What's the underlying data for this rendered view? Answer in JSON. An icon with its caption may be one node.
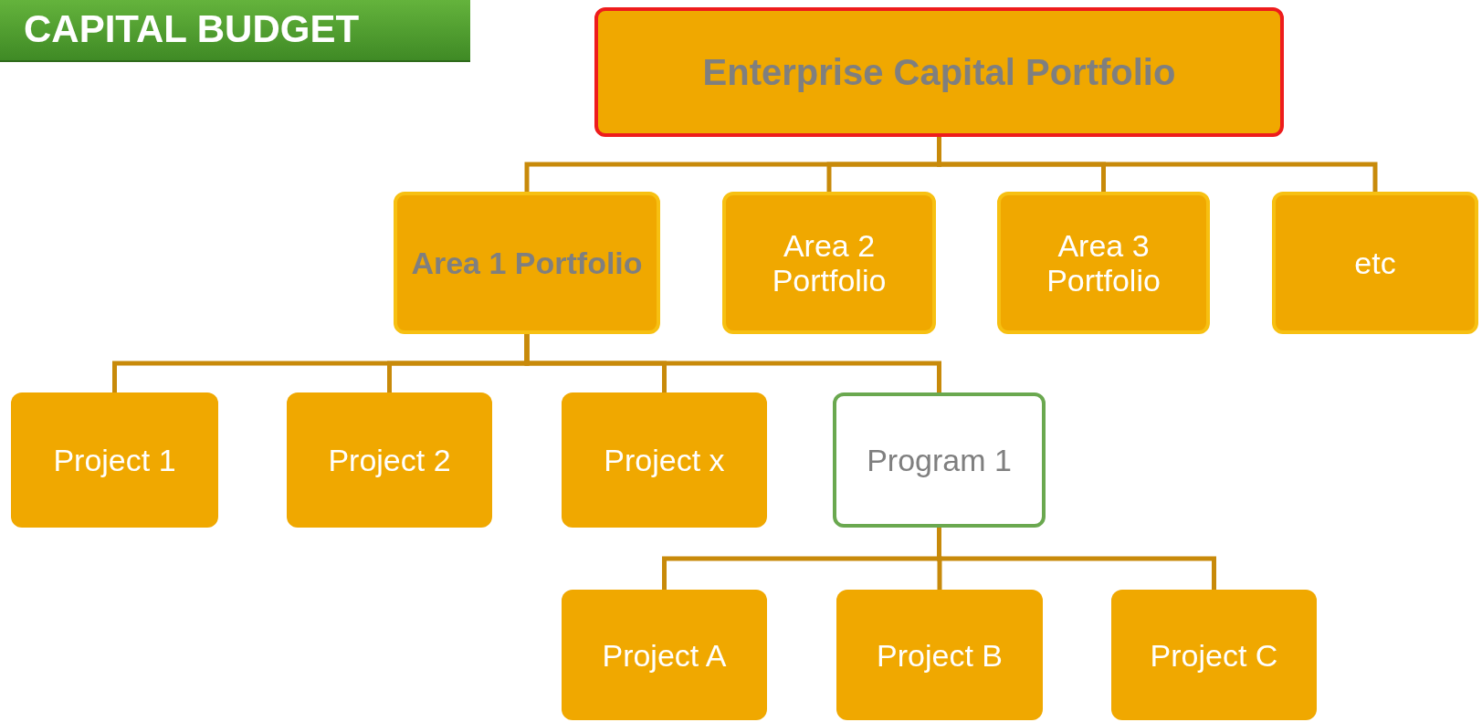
{
  "diagram": {
    "title": "CAPITAL BUDGET",
    "nodes": [
      {
        "text": [
          "Enterprise Capital Portfolio"
        ]
      },
      {
        "text": [
          "Area 1 Portfolio"
        ]
      },
      {
        "text": [
          "Area 2 Portfolio"
        ]
      },
      {
        "text": [
          "Area 3 Portfolio"
        ]
      },
      {
        "text": [
          "etc"
        ]
      },
      {
        "text": [
          "Project 1"
        ]
      },
      {
        "text": [
          "Project 2"
        ]
      },
      {
        "text": [
          "Project  x"
        ]
      },
      {
        "text": [
          "Program 1"
        ]
      },
      {
        "text": [
          "Project A"
        ]
      },
      {
        "text": [
          "Project B"
        ]
      },
      {
        "text": [
          "Project C"
        ]
      }
    ],
    "edges": [
      {
        "from": 0,
        "to": 1,
        "arrow": "none"
      },
      {
        "from": 0,
        "to": 2,
        "arrow": "none"
      },
      {
        "from": 0,
        "to": 3,
        "arrow": "none"
      },
      {
        "from": 0,
        "to": 4,
        "arrow": "none"
      },
      {
        "from": 1,
        "to": 5,
        "arrow": "none"
      },
      {
        "from": 1,
        "to": 6,
        "arrow": "none"
      },
      {
        "from": 1,
        "to": 7,
        "arrow": "none"
      },
      {
        "from": 1,
        "to": 8,
        "arrow": "none"
      },
      {
        "from": 8,
        "to": 9,
        "arrow": "none"
      },
      {
        "from": 8,
        "to": 10,
        "arrow": "none"
      },
      {
        "from": 8,
        "to": 11,
        "arrow": "none"
      }
    ]
  }
}
